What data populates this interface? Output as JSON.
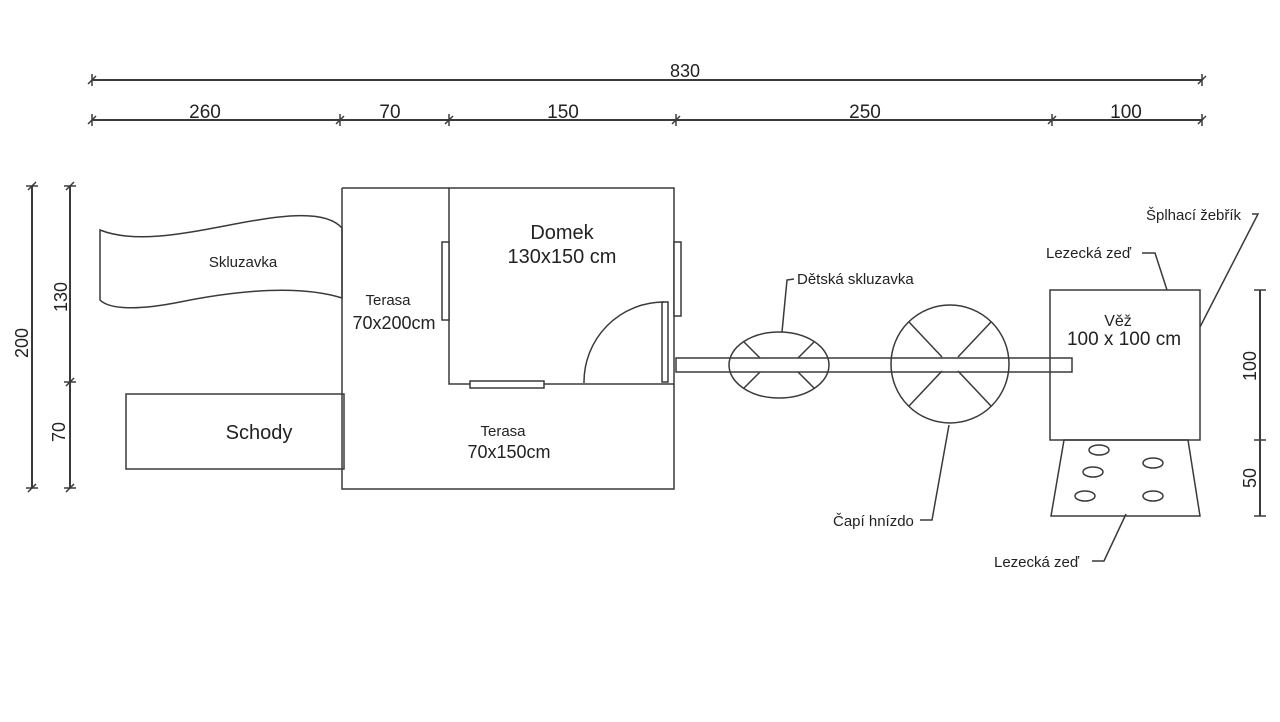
{
  "dimensions": {
    "total": "830",
    "segments": [
      "260",
      "70",
      "150",
      "250",
      "100"
    ],
    "left_total": "200",
    "left_parts": [
      "130",
      "70"
    ],
    "right_parts": [
      "100",
      "50"
    ]
  },
  "labels": {
    "slide": "Skluzavka",
    "stairs": "Schody",
    "terrace_side_title": "Terasa",
    "terrace_side_size": "70x200cm",
    "house_title": "Domek",
    "house_size": "130x150 cm",
    "terrace_front_title": "Terasa",
    "terrace_front_size": "70x150cm",
    "kids_slide": "Dětská skluzavka",
    "stork_nest": "Čapí hnízdo",
    "tower_title": "Věž",
    "tower_size": "100 x 100 cm",
    "climbing_wall_top": "Lezecká zeď",
    "rope_ladder": "Šplhací žebřík",
    "climbing_wall_bottom": "Lezecká zeď"
  },
  "colors": {
    "line": "#3a3a3a",
    "text": "#222222",
    "background": "#ffffff"
  }
}
